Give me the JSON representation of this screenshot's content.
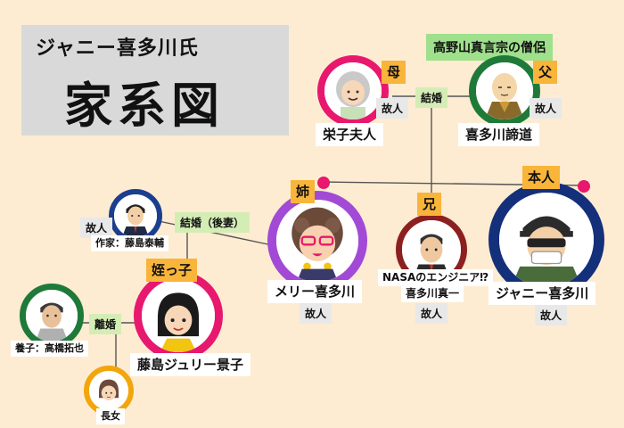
{
  "title": {
    "subtitle": "ジャニー喜多川氏",
    "main": "家系図"
  },
  "labels": {
    "buddhist_note": "高野山真言宗の僧侶",
    "mother_tag": "母",
    "father_tag": "父",
    "mother_deceased": "故人",
    "father_deceased": "故人",
    "parents_marriage": "結婚",
    "mother_name": "栄子夫人",
    "father_name": "喜多川諦道",
    "sister_tag": "姉",
    "brother_tag": "兄",
    "self_tag": "本人",
    "fujishima_deceased": "故人",
    "marriage_second": "結婚（後妻）",
    "fujishima_name": "作家：藤島泰輔",
    "sister_name": "メリー喜多川",
    "sister_deceased": "故人",
    "brother_note": "NASAのエンジニア⁉",
    "brother_name": "喜多川真一",
    "brother_deceased": "故人",
    "self_name": "ジャニー喜多川",
    "self_deceased": "故人",
    "niece_tag": "姪っ子",
    "niece_name": "藤島ジュリー景子",
    "divorce": "離婚",
    "adopted_name": "養子：高橋拓也",
    "daughter_name": "長女"
  },
  "colors": {
    "background": "#fdecd2",
    "tag_orange": "#f9b43a",
    "green_label": "#d4edb5",
    "buddhist_green": "#9fe08c",
    "grey_label": "#e8e8e8",
    "title_box": "#d9d9d9",
    "ring_mother": "#e8186e",
    "ring_father": "#1f7a3a",
    "ring_fujishima": "#1b3f8f",
    "ring_sister": "#a24ad6",
    "ring_brother": "#8c1f1f",
    "ring_self": "#14307a",
    "ring_niece": "#e8186e",
    "ring_adopted": "#1f7a3a",
    "ring_daughter": "#f2a60c",
    "dot_pink": "#e8186e"
  }
}
